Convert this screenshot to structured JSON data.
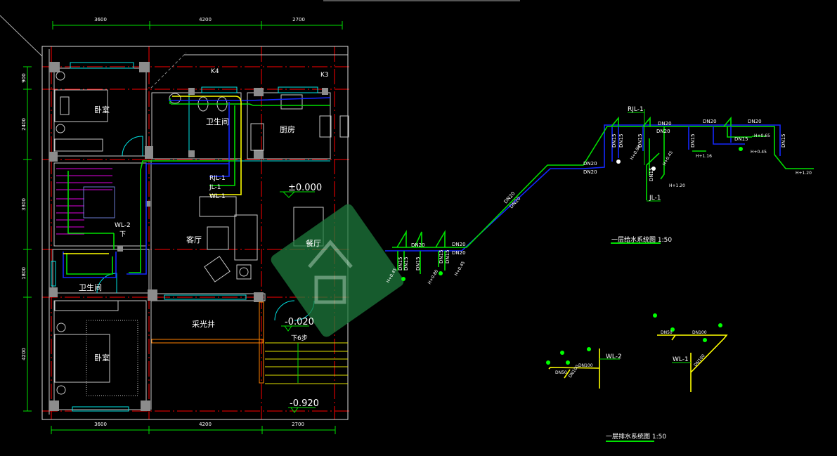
{
  "colors": {
    "background": "#000000",
    "supply_cold": "#00e000",
    "supply_hot": "#1428ff",
    "drain": "#ffff00",
    "axis": "#ff0000",
    "wall": "#c8c8c8",
    "window": "#00e5e5",
    "watermark": "#1e7a3c"
  },
  "plan": {
    "dims_top": [
      "3600",
      "4200",
      "2700"
    ],
    "dims_bottom": [
      "3600",
      "4200",
      "2700"
    ],
    "dims_left": [
      "900",
      "2400",
      "3300",
      "1800",
      "4200"
    ],
    "rooms": {
      "bedroom_top": "卧室",
      "bath_top": "卫生间",
      "kitchen": "厨房",
      "living": "客厅",
      "dining": "餐厅",
      "bath_left": "卫生间",
      "lightwell": "采光井",
      "bedroom_bottom": "卧室"
    },
    "levels": {
      "main": "±0.000",
      "entry": "-0.020",
      "outside": "-0.920"
    },
    "stairs_note": "下6步",
    "risers": {
      "rjl1": "RJL-1",
      "jl1": "JL-1",
      "wl1": "WL-1",
      "wl2": "WL-2"
    },
    "windows": {
      "k4": "K4",
      "k3": "K3"
    },
    "stair_down": "下"
  },
  "supply_system": {
    "title": "一层给水系统图 1:50",
    "riser_rjl": "RJL-1",
    "riser_jl": "JL-1",
    "labels": [
      "DN20",
      "DN20",
      "DN20",
      "DN20",
      "DN20",
      "DN20",
      "DN20",
      "DN20",
      "DN20",
      "DN20",
      "DN20",
      "DN15",
      "DN15",
      "DN15",
      "DN15",
      "DN15",
      "DN15",
      "DN15",
      "DN15",
      "DN15",
      "DN15",
      "DN15",
      "DN15"
    ],
    "heights": [
      "H+0.45",
      "H+0.80",
      "H+0.45",
      "H+0.80",
      "H+0.45",
      "H+1.20",
      "H+1.16",
      "H+0.65",
      "H+0.45",
      "H+1.20"
    ]
  },
  "drain_system": {
    "title": "一层排水系统图 1:50",
    "riser_wl2": "WL-2",
    "riser_wl1": "WL-1",
    "labels": [
      "DN50",
      "DN100",
      "DN100",
      "DN50",
      "DN100",
      "DN100"
    ]
  }
}
